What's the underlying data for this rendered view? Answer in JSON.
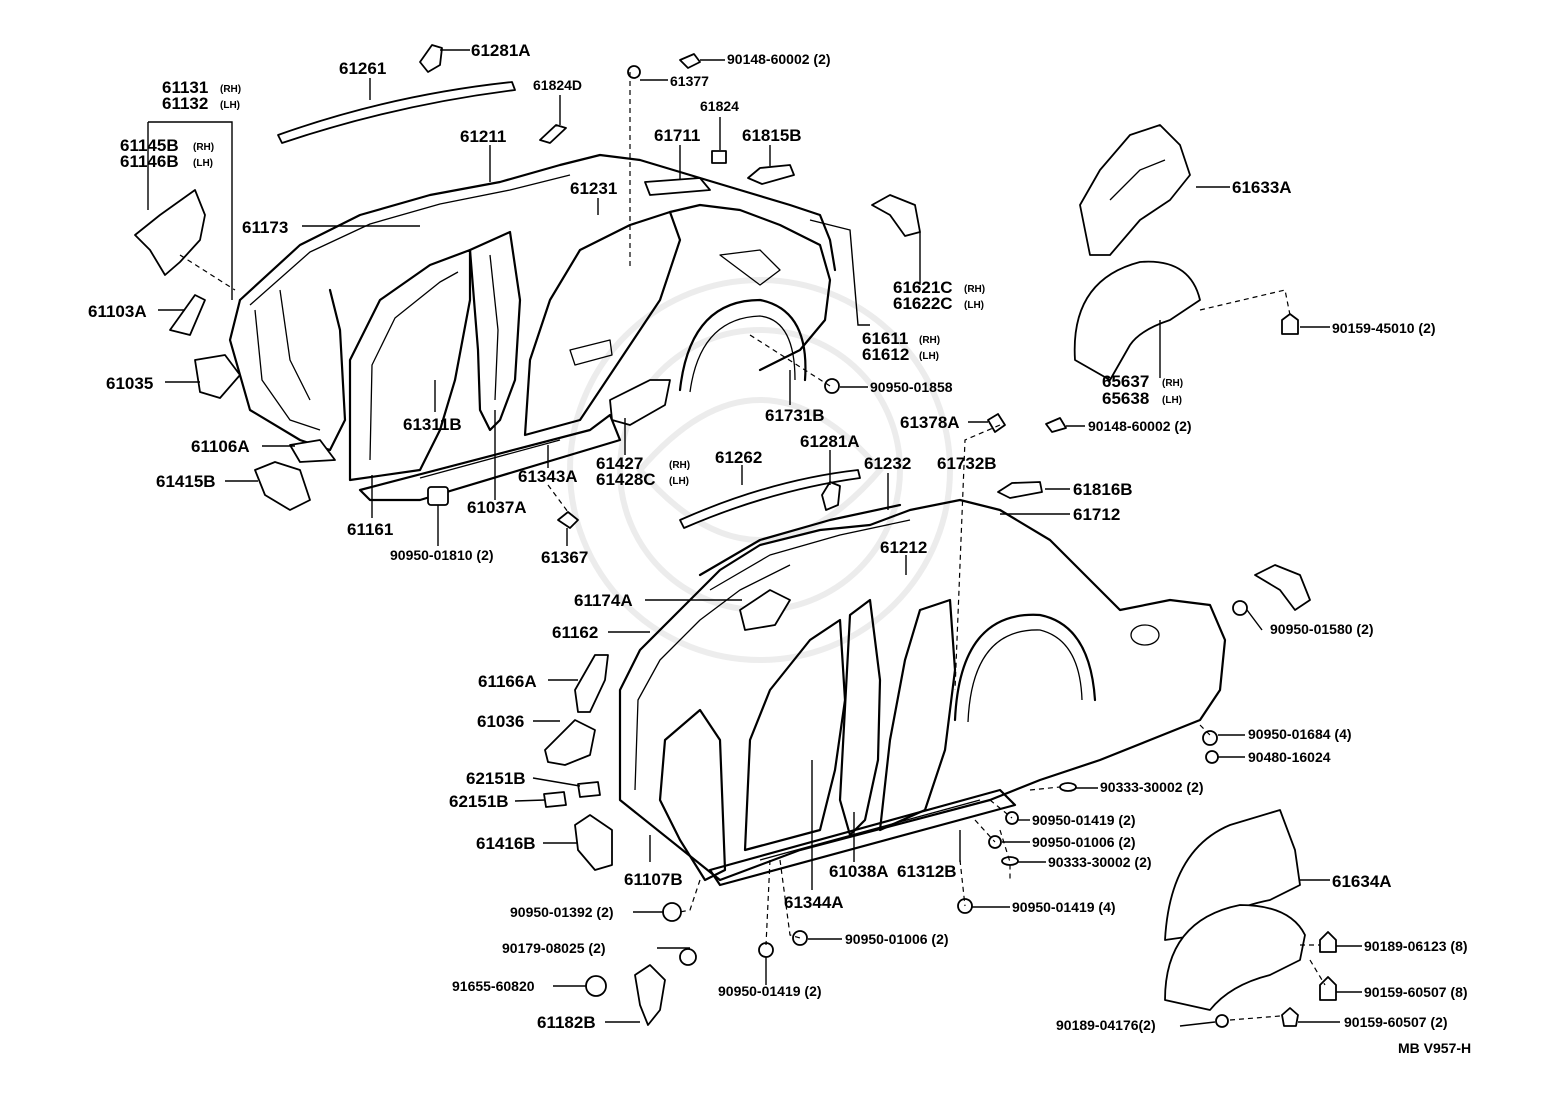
{
  "diagram_code": "MB V957-H",
  "side_marks": {
    "rh": "(RH)",
    "lh": "(LH)"
  },
  "labels": {
    "p61281A_top": "61281A",
    "p61261": "61261",
    "p90148_60002_top": "90148-60002 (2)",
    "p61377": "61377",
    "p61824D": "61824D",
    "p61824": "61824",
    "p61131": "61131",
    "p61132": "61132",
    "p61145B": "61145B",
    "p61146B": "61146B",
    "p61211": "61211",
    "p61711": "61711",
    "p61815B": "61815B",
    "p61231": "61231",
    "p61173": "61173",
    "p61633A": "61633A",
    "p61621C": "61621C",
    "p61622C": "61622C",
    "p61103A": "61103A",
    "p90159_45010": "90159-45010 (2)",
    "p61611": "61611",
    "p61612": "61612",
    "p65637": "65637",
    "p65638": "65638",
    "p61035": "61035",
    "p90950_01858": "90950-01858",
    "p61311B": "61311B",
    "p61731B": "61731B",
    "p61378A": "61378A",
    "p90148_60002_mid": "90148-60002 (2)",
    "p61106A": "61106A",
    "p61281A_mid": "61281A",
    "p61427": "61427",
    "p61428C": "61428C",
    "p61262": "61262",
    "p61232": "61232",
    "p61732B": "61732B",
    "p61343A": "61343A",
    "p61415B": "61415B",
    "p61816B": "61816B",
    "p61037A": "61037A",
    "p61712": "61712",
    "p61161": "61161",
    "p61212": "61212",
    "p90950_01810": "90950-01810 (2)",
    "p61367": "61367",
    "p61174A": "61174A",
    "p90950_01580": "90950-01580 (2)",
    "p61162": "61162",
    "p61166A": "61166A",
    "p61036": "61036",
    "p90950_01684": "90950-01684 (4)",
    "p90480_16024": "90480-16024",
    "p62151B_a": "62151B",
    "p62151B_b": "62151B",
    "p90333_30002_a": "90333-30002 (2)",
    "p90950_01419_a": "90950-01419 (2)",
    "p61416B": "61416B",
    "p90950_01006_a": "90950-01006 (2)",
    "p90333_30002_b": "90333-30002 (2)",
    "p61038A": "61038A",
    "p61312B": "61312B",
    "p61107B": "61107B",
    "p61634A": "61634A",
    "p61344A": "61344A",
    "p90950_01419_b": "90950-01419 (4)",
    "p90950_01392": "90950-01392 (2)",
    "p90950_01006_b": "90950-01006 (2)",
    "p90179_08025": "90179-08025 (2)",
    "p90189_06123": "90189-06123 (8)",
    "p91655_60820": "91655-60820",
    "p90159_60507_a": "90159-60507 (8)",
    "p90950_01419_c": "90950-01419 (2)",
    "p61182B": "61182B",
    "p90189_04176": "90189-04176(2)",
    "p90159_60507_b": "90159-60507 (2)"
  }
}
